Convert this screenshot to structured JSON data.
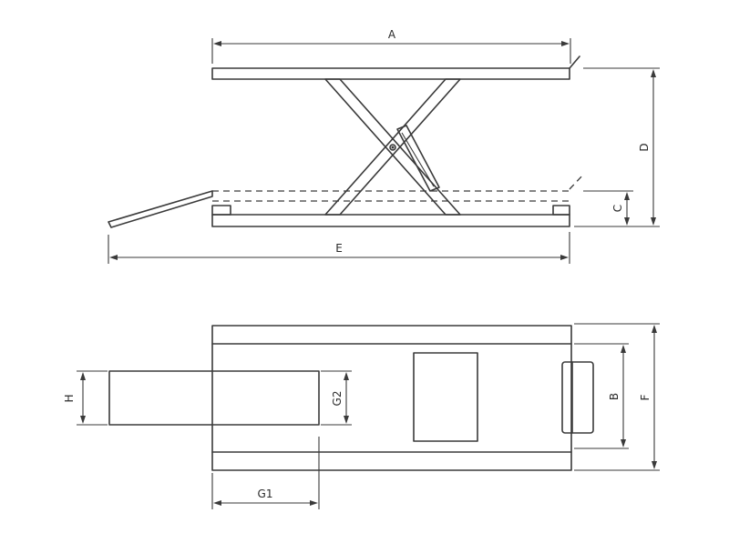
{
  "diagram": {
    "side_view": {
      "labels": {
        "A": "A",
        "C": "C",
        "D": "D",
        "E": "E"
      }
    },
    "top_view": {
      "labels": {
        "B": "B",
        "F": "F",
        "G1": "G1",
        "G2": "G2",
        "H": "H"
      }
    }
  },
  "colors": {
    "line": "#3a3a3a",
    "background": "#ffffff"
  }
}
